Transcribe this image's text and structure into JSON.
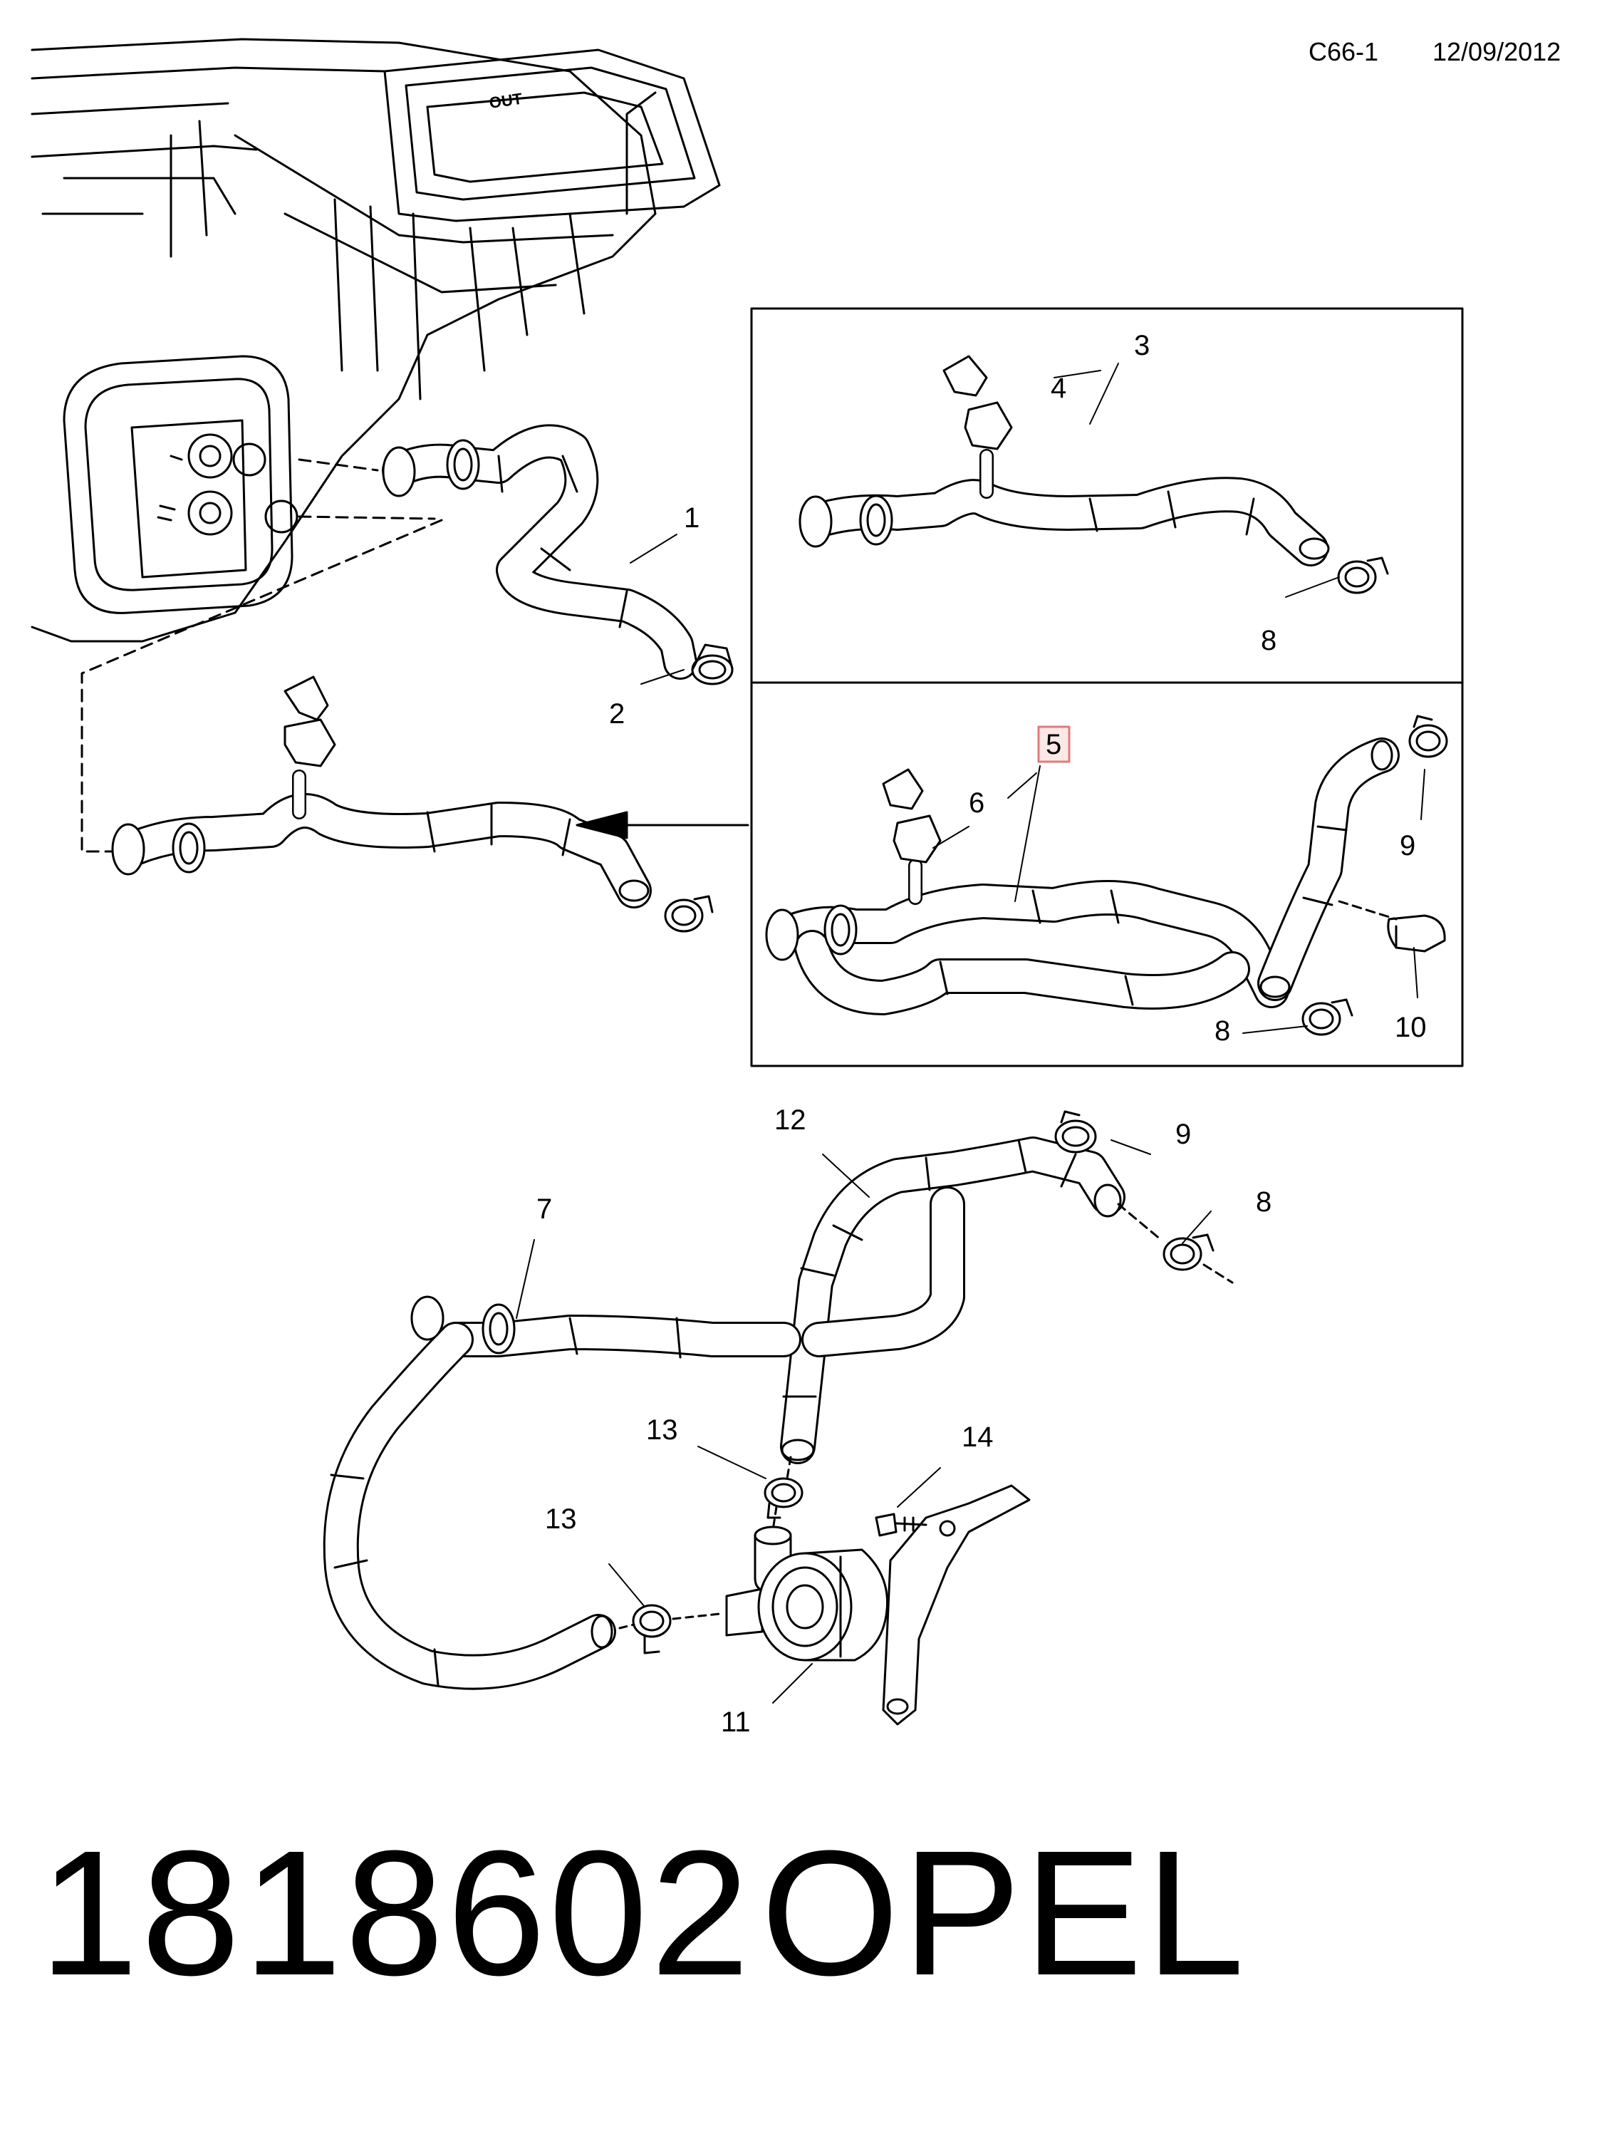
{
  "header": {
    "code": "C66-1",
    "date": "12/09/2012"
  },
  "housing_label": "OUT",
  "callouts": {
    "c1": "1",
    "c2": "2",
    "c3": "3",
    "c4": "4",
    "c5": "5",
    "c6": "6",
    "c7": "7",
    "c8a": "8",
    "c8b": "8",
    "c8c": "8",
    "c9a": "9",
    "c9b": "9",
    "c10": "10",
    "c11": "11",
    "c12": "12",
    "c13a": "13",
    "c13b": "13",
    "c14": "14"
  },
  "highlight_color": "#e07b7b",
  "footer": {
    "part_number": "1818602",
    "brand": "OPEL"
  }
}
